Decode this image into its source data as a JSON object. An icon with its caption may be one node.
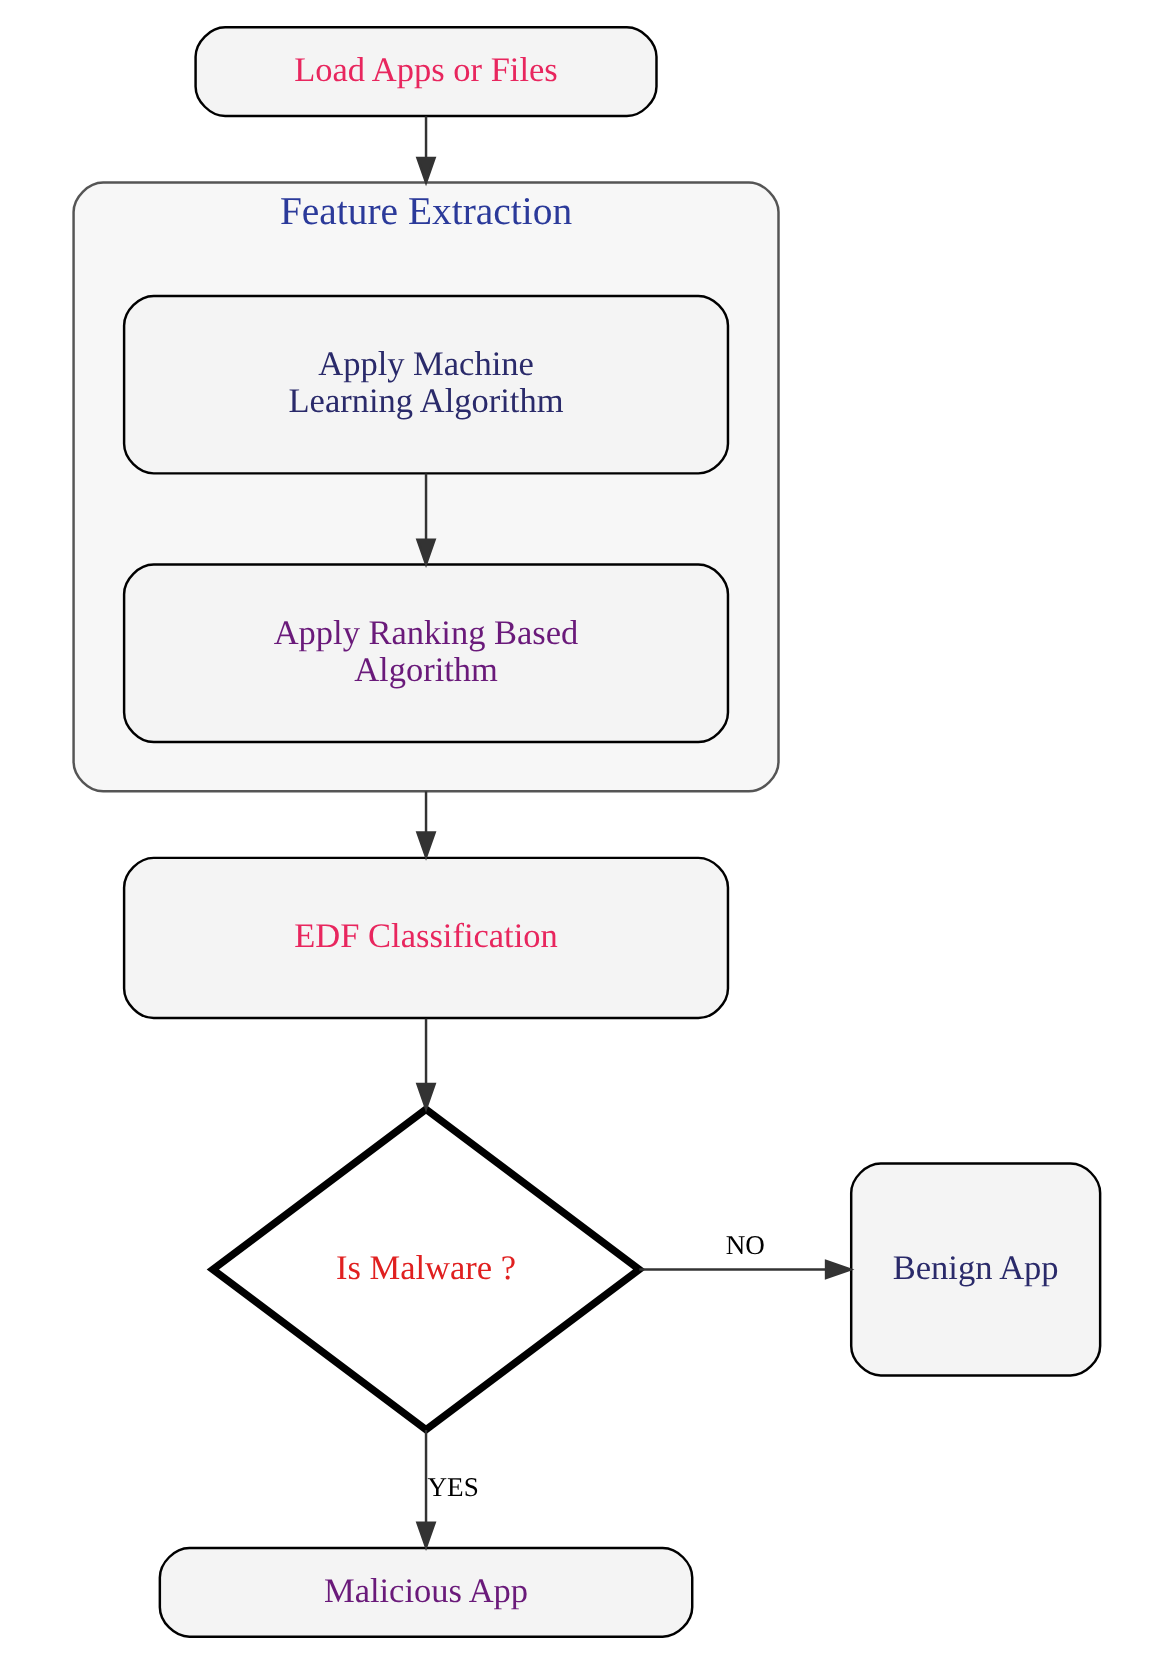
{
  "diagram": {
    "nodes": [
      {
        "text": [
          "Load Apps or Files"
        ]
      },
      {
        "text": [
          "Feature Extraction"
        ]
      },
      {
        "text": [
          "Apply Machine Learning Algorithm"
        ],
        "in": 1
      },
      {
        "text": [
          "Apply Ranking Based Algorithm"
        ],
        "in": 1
      },
      {
        "text": [
          "EDF Classification"
        ]
      },
      {
        "text": [
          "Is Malware ?"
        ]
      },
      {
        "text": [
          "Benign App"
        ]
      },
      {
        "text": [
          "Malicious App"
        ]
      }
    ],
    "edges": [
      {
        "from": 0,
        "to": 1,
        "arrow": "to"
      },
      {
        "from": 2,
        "to": 3,
        "arrow": "to"
      },
      {
        "from": 1,
        "to": 4,
        "arrow": "to"
      },
      {
        "from": 4,
        "to": 5,
        "arrow": "to"
      },
      {
        "from": 5,
        "to": 6,
        "label": "NO",
        "arrow": "to"
      },
      {
        "from": 5,
        "to": 7,
        "label": "YES",
        "arrow": "to"
      }
    ]
  }
}
